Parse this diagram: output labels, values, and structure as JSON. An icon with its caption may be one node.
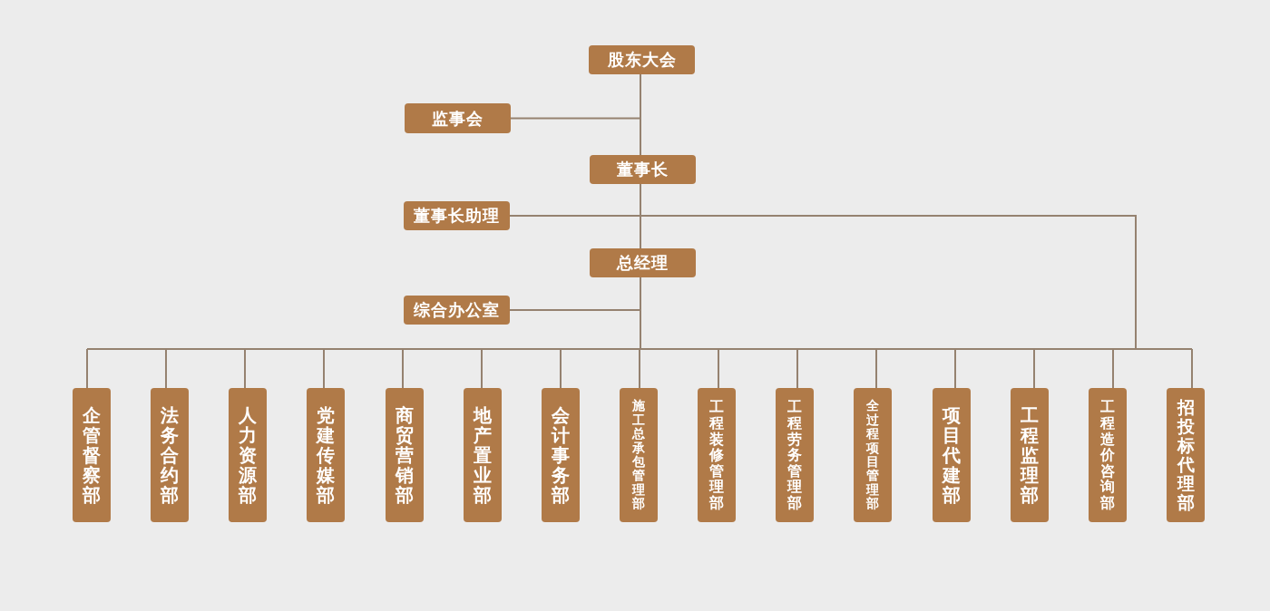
{
  "diagram": {
    "nodes": [
      {
        "text": [
          "股东大会"
        ]
      },
      {
        "text": [
          "监事会"
        ]
      },
      {
        "text": [
          "董事长"
        ]
      },
      {
        "text": [
          "董事长助理"
        ]
      },
      {
        "text": [
          "总经理"
        ]
      },
      {
        "text": [
          "综合办公室"
        ]
      },
      {
        "text": [
          "企管督察部"
        ]
      },
      {
        "text": [
          "法务合约部"
        ]
      },
      {
        "text": [
          "人力资源部"
        ]
      },
      {
        "text": [
          "党建传媒部"
        ]
      },
      {
        "text": [
          "商贸营销部"
        ]
      },
      {
        "text": [
          "地产置业部"
        ]
      },
      {
        "text": [
          "会计事务部"
        ]
      },
      {
        "text": [
          "施工总承包管理部"
        ]
      },
      {
        "text": [
          "工程装修管理部"
        ]
      },
      {
        "text": [
          "工程劳务管理部"
        ]
      },
      {
        "text": [
          "全过程项目管理部"
        ]
      },
      {
        "text": [
          "项目代建部"
        ]
      },
      {
        "text": [
          "工程监理部"
        ]
      },
      {
        "text": [
          "工程造价咨询部"
        ]
      },
      {
        "text": [
          "招投标代理部"
        ]
      }
    ],
    "edges": [
      {
        "from": 0,
        "to": 2,
        "arrow": "none"
      },
      {
        "from": 0,
        "to": 1,
        "arrow": "none"
      },
      {
        "from": 2,
        "to": 3,
        "arrow": "none"
      },
      {
        "from": 2,
        "to": 4,
        "arrow": "none"
      },
      {
        "from": 4,
        "to": 5,
        "arrow": "none"
      },
      {
        "from": 4,
        "to": 6,
        "arrow": "none"
      },
      {
        "from": 4,
        "to": 7,
        "arrow": "none"
      },
      {
        "from": 4,
        "to": 8,
        "arrow": "none"
      },
      {
        "from": 4,
        "to": 9,
        "arrow": "none"
      },
      {
        "from": 4,
        "to": 10,
        "arrow": "none"
      },
      {
        "from": 4,
        "to": 11,
        "arrow": "none"
      },
      {
        "from": 4,
        "to": 12,
        "arrow": "none"
      },
      {
        "from": 4,
        "to": 13,
        "arrow": "none"
      },
      {
        "from": 4,
        "to": 14,
        "arrow": "none"
      },
      {
        "from": 4,
        "to": 15,
        "arrow": "none"
      },
      {
        "from": 4,
        "to": 16,
        "arrow": "none"
      },
      {
        "from": 4,
        "to": 17,
        "arrow": "none"
      },
      {
        "from": 4,
        "to": 18,
        "arrow": "none"
      },
      {
        "from": 4,
        "to": 19,
        "arrow": "none"
      },
      {
        "from": 4,
        "to": 20,
        "arrow": "none"
      },
      {
        "from": 3,
        "to": 6,
        "arrow": "none"
      },
      {
        "from": 3,
        "to": 7,
        "arrow": "none"
      },
      {
        "from": 3,
        "to": 8,
        "arrow": "none"
      },
      {
        "from": 3,
        "to": 9,
        "arrow": "none"
      },
      {
        "from": 3,
        "to": 10,
        "arrow": "none"
      },
      {
        "from": 3,
        "to": 11,
        "arrow": "none"
      },
      {
        "from": 3,
        "to": 12,
        "arrow": "none"
      },
      {
        "from": 3,
        "to": 13,
        "arrow": "none"
      },
      {
        "from": 3,
        "to": 14,
        "arrow": "none"
      },
      {
        "from": 3,
        "to": 15,
        "arrow": "none"
      },
      {
        "from": 3,
        "to": 16,
        "arrow": "none"
      },
      {
        "from": 3,
        "to": 17,
        "arrow": "none"
      },
      {
        "from": 3,
        "to": 18,
        "arrow": "none"
      },
      {
        "from": 3,
        "to": 19,
        "arrow": "none"
      },
      {
        "from": 3,
        "to": 20,
        "arrow": "none"
      }
    ]
  }
}
